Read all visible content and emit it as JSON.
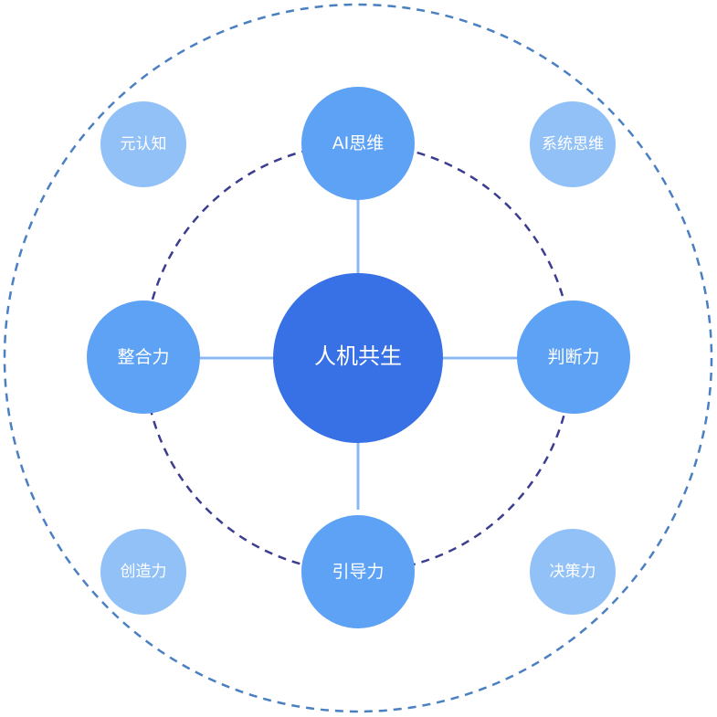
{
  "colors": {
    "outer_ring": "#4a7fc1",
    "inner_ring": "#3b3d8f",
    "connector": "#8cb8f2",
    "center_fill": "#3870e6",
    "primary_fill": "#5ea2f5",
    "secondary_fill": "#92c1f8",
    "label": "#ffffff"
  },
  "center": {
    "label": "人机共生"
  },
  "primary_nodes": [
    {
      "id": "ai-thinking",
      "label": "AI思维"
    },
    {
      "id": "judgment",
      "label": "判断力"
    },
    {
      "id": "guidance",
      "label": "引导力"
    },
    {
      "id": "integration",
      "label": "整合力"
    }
  ],
  "secondary_nodes": [
    {
      "id": "metacognition",
      "label": "元认知"
    },
    {
      "id": "systems-thinking",
      "label": "系统思维"
    },
    {
      "id": "creativity",
      "label": "创造力"
    },
    {
      "id": "decision-making",
      "label": "决策力"
    }
  ]
}
